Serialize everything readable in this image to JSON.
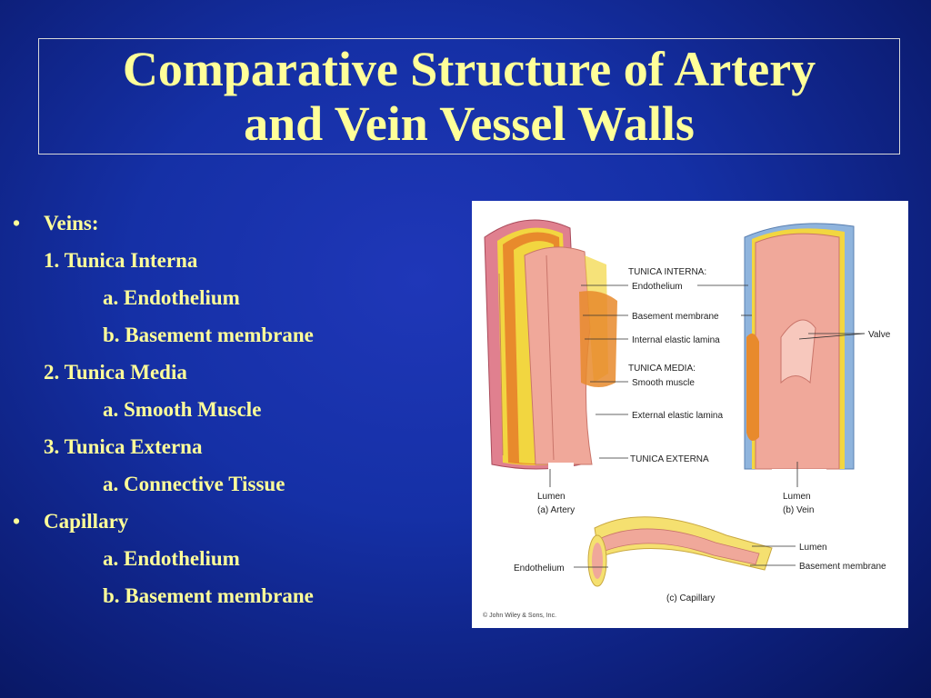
{
  "title": {
    "line1": "Comparative Structure of Artery",
    "line2": "and Vein Vessel Walls"
  },
  "outline": [
    {
      "level": 1,
      "bullet": "•",
      "text": "Veins:"
    },
    {
      "level": 2,
      "text": "1.  Tunica Interna"
    },
    {
      "level": 3,
      "text": "a.  Endothelium"
    },
    {
      "level": 3,
      "text": "b.  Basement membrane"
    },
    {
      "level": 2,
      "text": "2.  Tunica Media"
    },
    {
      "level": 3,
      "text": "a.  Smooth Muscle"
    },
    {
      "level": 2,
      "text": "3.  Tunica Externa"
    },
    {
      "level": 3,
      "text": "a.  Connective Tissue"
    },
    {
      "level": 1,
      "bullet": "•",
      "text": "Capillary"
    },
    {
      "level": 3,
      "text": "a.  Endothelium"
    },
    {
      "level": 3,
      "text": "b.  Basement membrane"
    }
  ],
  "figure": {
    "labels": {
      "tunica_interna": "TUNICA INTERNA:",
      "endothelium": "Endothelium",
      "basement_membrane": "Basement membrane",
      "internal_elastic_lamina": "Internal elastic lamina",
      "tunica_media": "TUNICA MEDIA:",
      "smooth_muscle": "Smooth muscle",
      "external_elastic_lamina": "External elastic lamina",
      "tunica_externa": "TUNICA EXTERNA",
      "valve": "Valve",
      "artery_lumen": "Lumen",
      "artery_caption": "(a) Artery",
      "vein_lumen": "Lumen",
      "vein_caption": "(b) Vein",
      "cap_lumen": "Lumen",
      "cap_basement_membrane": "Basement membrane",
      "cap_endothelium": "Endothelium",
      "cap_caption": "(c) Capillary",
      "copyright": "© John Wiley & Sons, Inc."
    },
    "colors": {
      "artery_outer": "#e0808f",
      "muscle": "#e88a2c",
      "elastic": "#f2d640",
      "inner_wall": "#f0a89a",
      "vein_outer": "#8fb4dd",
      "capillary": "#f5e070"
    }
  }
}
